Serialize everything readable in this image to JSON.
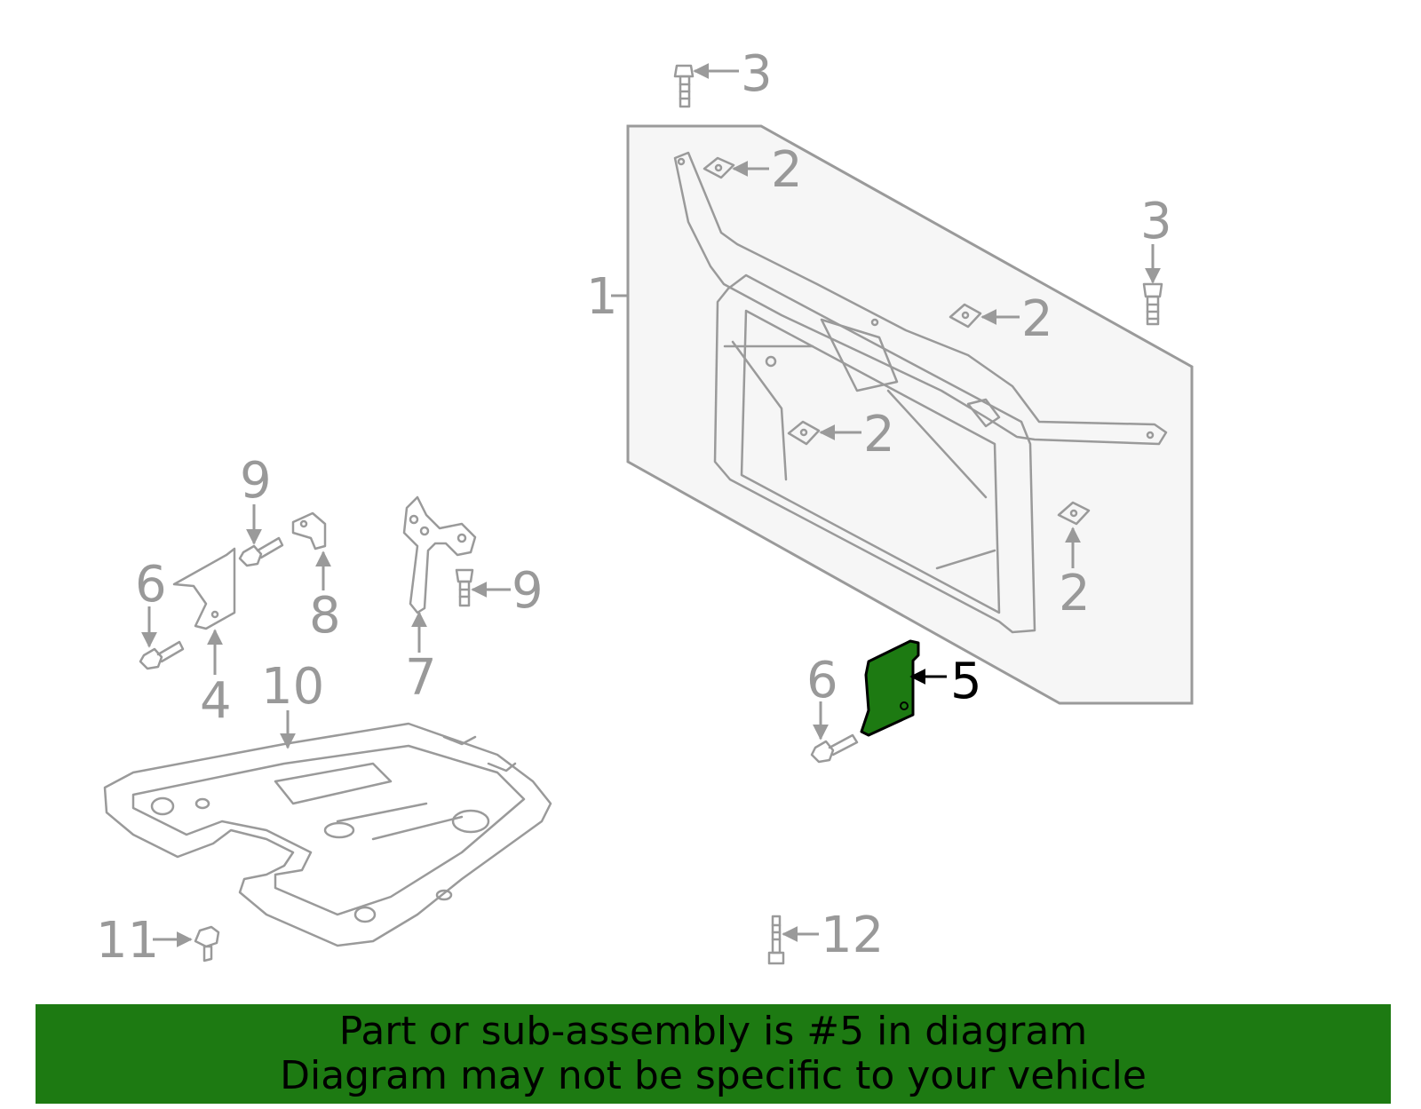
{
  "diagram": {
    "highlight_color": "#1d7a12",
    "line_color": "#999999",
    "callouts": {
      "c1": "1",
      "c2a": "2",
      "c2b": "2",
      "c2c": "2",
      "c2d": "2",
      "c3a": "3",
      "c3b": "3",
      "c4": "4",
      "c5": "5",
      "c6a": "6",
      "c6b": "6",
      "c7": "7",
      "c8": "8",
      "c9a": "9",
      "c9b": "9",
      "c10": "10",
      "c11": "11",
      "c12": "12"
    }
  },
  "banner": {
    "line1": "Part or sub-assembly is #5 in diagram",
    "line2": "Diagram may not be specific to your vehicle",
    "background": "#1d7a12"
  }
}
